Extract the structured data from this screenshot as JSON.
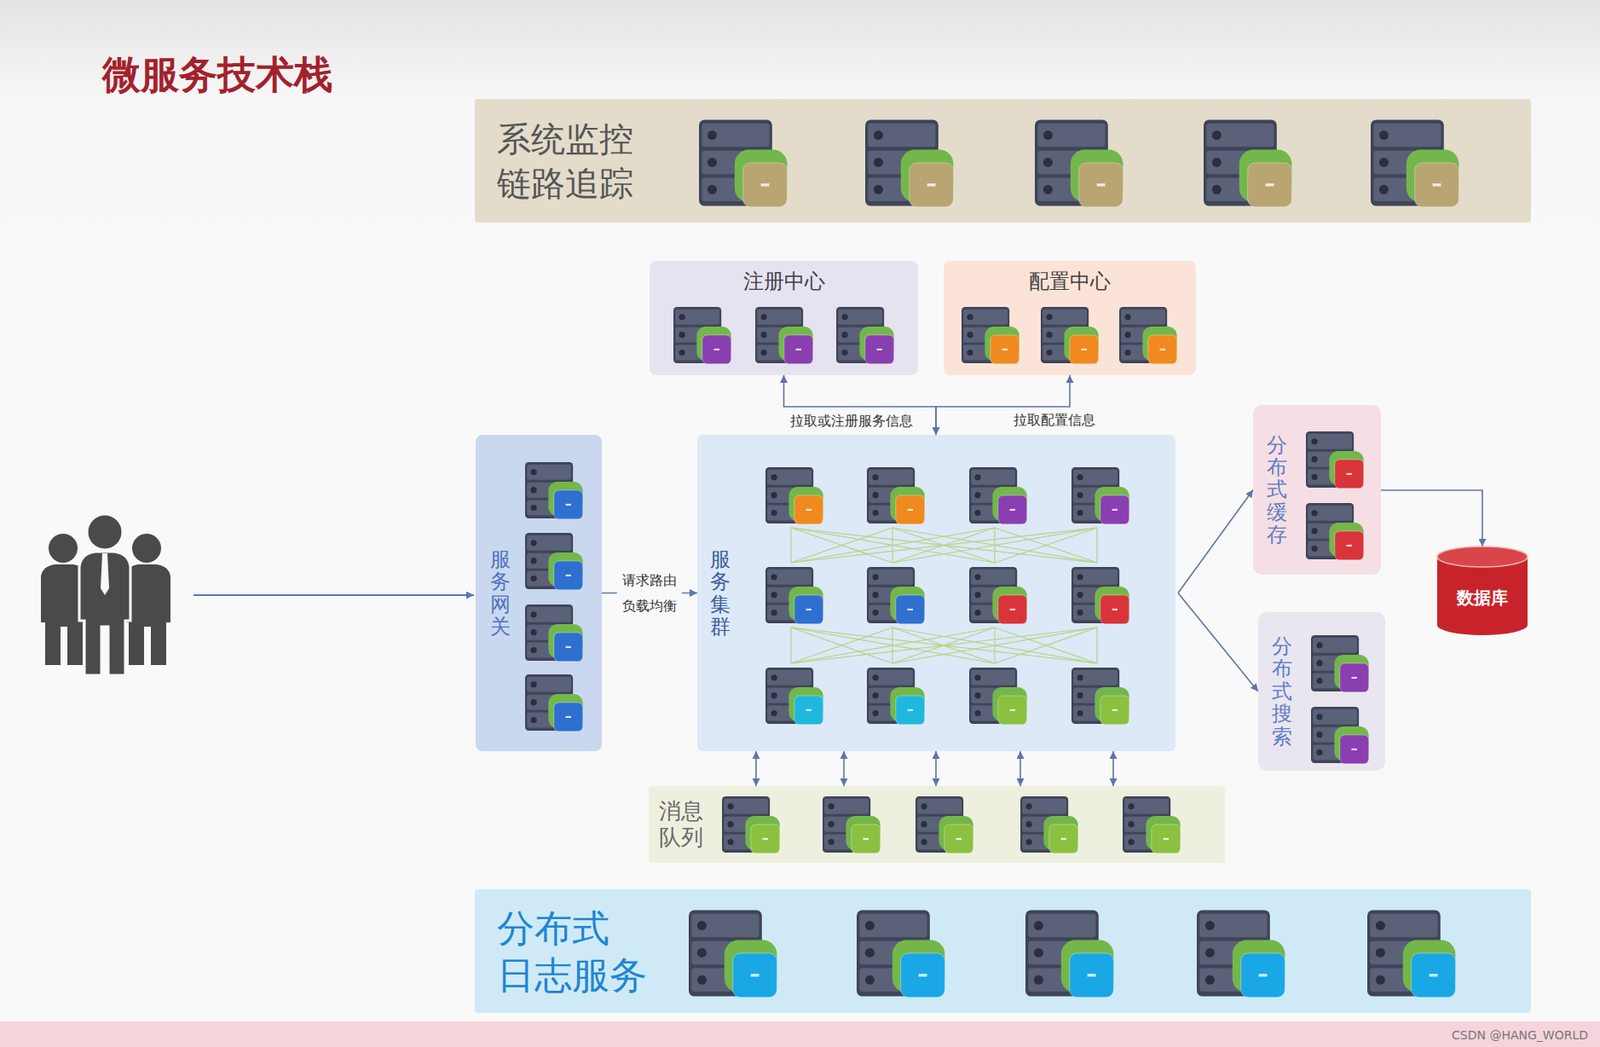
{
  "diagram": {
    "title": "微服务技术栈",
    "nodes": [
      {
        "text": [
          "系统监控 链路追踪"
        ]
      },
      {
        "text": [
          "注册中心"
        ]
      },
      {
        "text": [
          "配置中心"
        ]
      },
      {
        "text": [
          "服务网关"
        ]
      },
      {
        "text": [
          "服务集群"
        ]
      },
      {
        "text": [
          "分布式缓存"
        ]
      },
      {
        "text": [
          "分布式搜索"
        ]
      },
      {
        "text": [
          "数据库"
        ]
      },
      {
        "text": [
          "消息 队列"
        ]
      },
      {
        "text": [
          "分布式 日志服务"
        ]
      }
    ],
    "edges": [
      {
        "from": 3,
        "to": 4,
        "label": "请求路由 负载均衡",
        "arrow": "to"
      },
      {
        "from": 4,
        "to": 1,
        "label": "拉取或注册服务信息",
        "arrow": "both"
      },
      {
        "from": 4,
        "to": 2,
        "label": "拉取配置信息",
        "arrow": "both"
      },
      {
        "from": 4,
        "to": 5,
        "arrow": "to"
      },
      {
        "from": 4,
        "to": 6,
        "arrow": "to"
      },
      {
        "from": 5,
        "to": 7,
        "arrow": "to"
      },
      {
        "from": 4,
        "to": 8,
        "arrow": "both"
      },
      {
        "from": 4,
        "to": 8,
        "arrow": "both"
      },
      {
        "from": 4,
        "to": 8,
        "arrow": "both"
      },
      {
        "from": 4,
        "to": 8,
        "arrow": "both"
      },
      {
        "from": 4,
        "to": 8,
        "arrow": "both"
      }
    ],
    "labels": [
      "CSDN @HANG_WORLD"
    ]
  }
}
